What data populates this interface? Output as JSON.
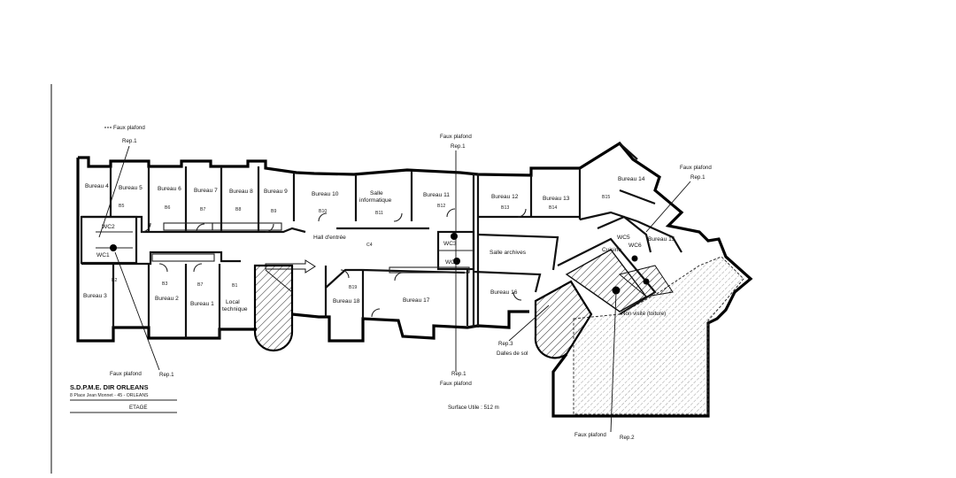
{
  "title_block": {
    "org_line": "S.D.P.M.E. DIR ORLEANS",
    "address_line": "8 Place Jean Monnet - 45 - ORLEANS",
    "floor": "ETAGE",
    "surface": "Surface Utile : 512 m"
  },
  "rooms": [
    {
      "label": "Bureau 4",
      "code": ""
    },
    {
      "label": "Bureau 5",
      "code": "B5"
    },
    {
      "label": "Bureau 6",
      "code": "B6"
    },
    {
      "label": "Bureau 7",
      "code": "B7"
    },
    {
      "label": "Bureau 8",
      "code": "B8"
    },
    {
      "label": "Bureau 9",
      "code": "B9"
    },
    {
      "label": "Bureau 10",
      "code": "B10"
    },
    {
      "label": "Salle",
      "label2": "informatique",
      "code": "B11"
    },
    {
      "label": "Bureau 11",
      "code": "B12"
    },
    {
      "label": "Bureau 12",
      "code": "B13"
    },
    {
      "label": "Bureau 13",
      "code": "B14"
    },
    {
      "label": "Bureau 14",
      "code": "B15"
    },
    {
      "label": "Bureau 15",
      "code": ""
    },
    {
      "label": "Bureau 3",
      "code": "B2"
    },
    {
      "label": "Bureau 2",
      "code": "B3"
    },
    {
      "label": "Bureau 1",
      "code": "B7"
    },
    {
      "label": "Local",
      "label2": "technique",
      "code": "B1"
    },
    {
      "label": "Bureau 18",
      "code": "B19"
    },
    {
      "label": "Bureau 17",
      "code": ""
    },
    {
      "label": "Bureau 16",
      "code": ""
    },
    {
      "label": "Salle archives",
      "code": ""
    },
    {
      "label": "Hall d'entrée",
      "code": "C4"
    },
    {
      "label": "Cuisine",
      "code": ""
    }
  ],
  "wc": [
    "WC1",
    "WC2",
    "WC3",
    "WC4",
    "WC5",
    "WC6"
  ],
  "annotations": {
    "faux_plafond": "Faux plafond",
    "rep1": "Rep.1",
    "rep2": "Rep.2",
    "rep3": "Rep.3",
    "dalles": "Dalles de sol",
    "non_visite": "Non visité (toiture)"
  }
}
